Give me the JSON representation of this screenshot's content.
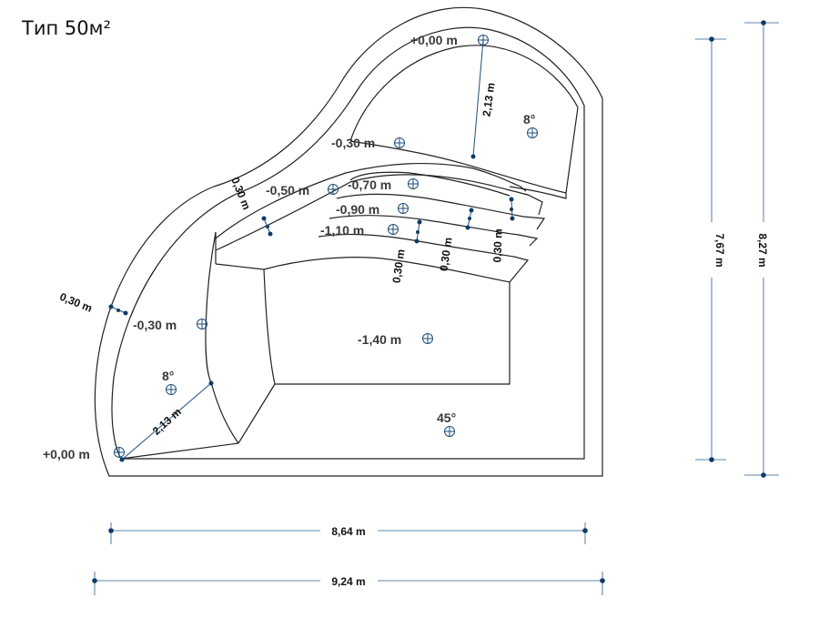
{
  "title": "Тип 50м²",
  "levels": {
    "top_rim": "+0,00 m",
    "left_rim": "+0,00 m",
    "upper_bench": "-0,30 m",
    "left_bench": "-0,30 m",
    "step1": "-0,50 m",
    "step2": "-0,70 m",
    "step3": "-0,90 m",
    "step4": "-1,10 m",
    "floor": "-1,40 m"
  },
  "slopes": {
    "upper_bench": "8°",
    "left_bench": "8°",
    "floor_corner": "45°"
  },
  "dimensions": {
    "bench_width_top": "2,13 m",
    "bench_width_left": "2,13 m",
    "wall_top": "0,30 m",
    "wall_left": "0,30 m",
    "step_a": "0,30 m",
    "step_b": "0,30 m",
    "step_c": "0,30 m",
    "width_inner": "8,64 m",
    "width_outer": "9,24 m",
    "height_inner": "7,67 m",
    "height_outer": "8,27 m"
  }
}
